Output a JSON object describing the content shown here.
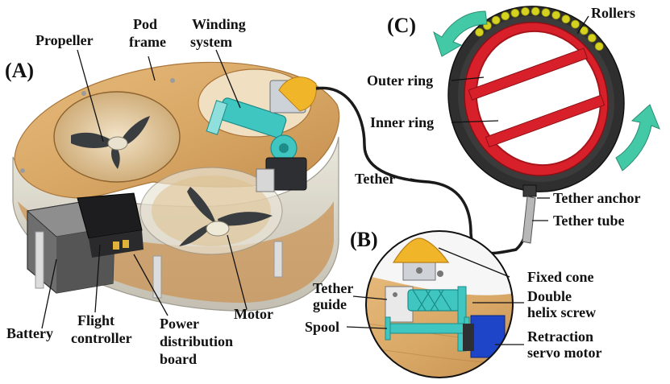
{
  "panels": {
    "a": "(A)",
    "b": "(B)",
    "c": "(C)"
  },
  "labels": {
    "propeller": "Propeller",
    "pod_frame": [
      "Pod",
      "frame"
    ],
    "winding_system": [
      "Winding",
      "system"
    ],
    "battery": "Battery",
    "flight_controller": [
      "Flight",
      "controller"
    ],
    "power_distribution_board": [
      "Power",
      "distribution",
      "board"
    ],
    "motor": "Motor",
    "tether": "Tether",
    "outer_ring": "Outer ring",
    "inner_ring": "Inner ring",
    "rollers": "Rollers",
    "tether_anchor": "Tether anchor",
    "tether_tube": "Tether tube",
    "fixed_cone": "Fixed cone",
    "tether_guide": [
      "Tether",
      "guide"
    ],
    "double_helix_screw": [
      "Double",
      "helix screw"
    ],
    "spool": "Spool",
    "retraction_servo_motor": [
      "Retraction",
      "servo motor"
    ]
  },
  "colors": {
    "wood": "#d9a866",
    "wood_dark": "#b98242",
    "teal": "#3fc6c0",
    "ring_red": "#d8202a",
    "ring_dark": "#2f2f2f",
    "roller_yellow": "#d4d21e",
    "arrow_teal": "#44c9a6",
    "cone_yellow": "#f1b52a",
    "servo_blue": "#1e44c8"
  }
}
